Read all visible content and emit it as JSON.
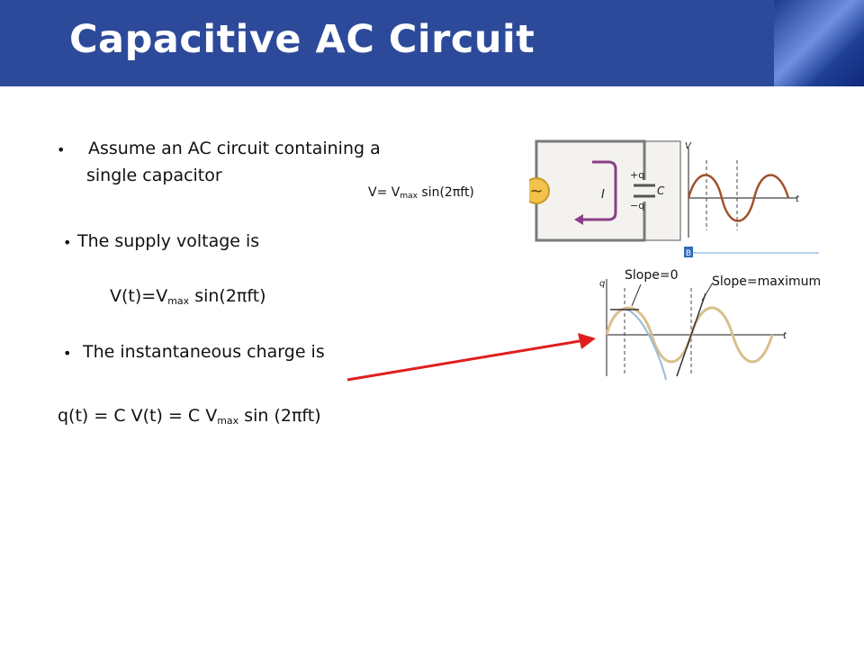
{
  "slide": {
    "title": "Capacitive AC Circuit"
  },
  "bullets": {
    "b1_line1": "Assume an AC circuit containing a",
    "b1_line2": "single capacitor",
    "b2": "The supply voltage is",
    "b3": "The instantaneous charge is",
    "bullet_char": "•"
  },
  "equations": {
    "voltage": {
      "pre": "V(t)=V",
      "sub": "max",
      "post": " sin(2πft)"
    },
    "charge": {
      "pre": "q(t) = C V(t) = C V",
      "sub": "max",
      "post": " sin (2πft)"
    },
    "inline": {
      "pre": "V= V",
      "sub": "max",
      "post": " sin(2πft)"
    }
  },
  "annotations": {
    "slope_zero": "Slope=0",
    "slope_max": "Slope=maximum"
  },
  "figure": {
    "circuit_labels": {
      "current": "I",
      "plus_q": "+q",
      "minus_q": "−q",
      "cap": "C",
      "source": "~"
    },
    "graph_top": {
      "y_axis": "V",
      "x_axis": "t",
      "panel": "B"
    },
    "graph_bottom": {
      "y_axis": "q",
      "x_axis": "t"
    }
  },
  "colors": {
    "header": "#2d4a9a",
    "arrow": "#e01e1e",
    "voltage_wave": "#a0522d",
    "charge_wave": "#d9c08c",
    "tangent": "#9bbbd9"
  }
}
